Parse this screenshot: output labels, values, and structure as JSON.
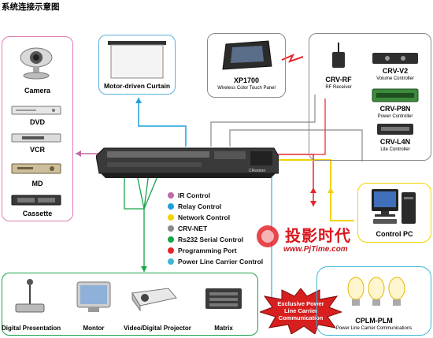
{
  "title": "系统连接示意图",
  "devices": {
    "camera": "Camera",
    "dvd": "DVD",
    "vcr": "VCR",
    "md": "MD",
    "cassette": "Cassette",
    "curtain": "Motor-driven Curtain",
    "xp1700": "XP1700",
    "xp1700_sub": "Wireless Color Touch Panel",
    "crv_rf": "CRV-RF",
    "crv_rf_sub": "RF Receiver",
    "crv_v2": "CRV-V2",
    "crv_v2_sub": "Volume Controller",
    "crv_p8n": "CRV-P8N",
    "crv_p8n_sub": "Power Controller",
    "crv_l4n": "CRV-L4N",
    "crv_l4n_sub": "Lite Controller",
    "control_pc": "Control PC",
    "digital_presentation": "Digital Presentation",
    "monitor": "Montor",
    "projector": "Video/Digital Projector",
    "matrix": "Matrix",
    "cplm": "CPLM-PLM",
    "cplm_sub": "Power Line Carrier Communications",
    "callout": [
      "Exclusive Power",
      "Line Carrier",
      "Communication"
    ],
    "rack_badge": "CRestron"
  },
  "legend": [
    {
      "label": "IR Control",
      "color": "#c06aa6"
    },
    {
      "label": "Relay Control",
      "color": "#1ea0dc"
    },
    {
      "label": "Network Control",
      "color": "#f2d200"
    },
    {
      "label": "CRV-NET",
      "color": "#8a8a8a"
    },
    {
      "label": "Rs232 Serial Control",
      "color": "#17a34a"
    },
    {
      "label": "Programming Port",
      "color": "#e3262b"
    },
    {
      "label": "Power Line Carrier Control",
      "color": "#3cb7d6"
    }
  ],
  "watermark": {
    "brand": "投影时代",
    "url": "www.PjTime.com"
  },
  "colors": {
    "ir": "#c06aa6",
    "relay": "#1ea0dc",
    "network": "#f2d200",
    "crvnet": "#8a8a8a",
    "serial": "#17a34a",
    "programming": "#e3262b",
    "plc": "#3cb7d6"
  }
}
